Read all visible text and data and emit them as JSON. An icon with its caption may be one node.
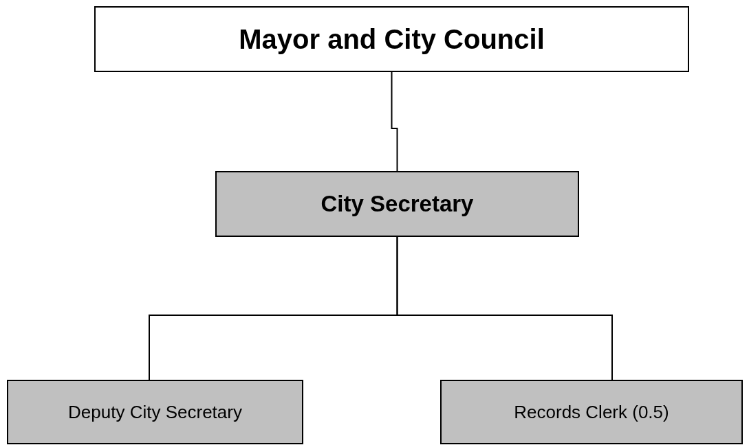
{
  "diagram": {
    "nodes": [
      {
        "text": [
          "Mayor and City Council"
        ]
      },
      {
        "text": [
          "City Secretary"
        ]
      },
      {
        "text": [
          "Deputy City Secretary"
        ]
      },
      {
        "text": [
          "Records Clerk (0.5)"
        ]
      }
    ],
    "edges": [
      {
        "from": 0,
        "to": 1,
        "arrow": "none"
      },
      {
        "from": 1,
        "to": 2,
        "arrow": "none"
      },
      {
        "from": 1,
        "to": 3,
        "arrow": "none"
      }
    ]
  }
}
